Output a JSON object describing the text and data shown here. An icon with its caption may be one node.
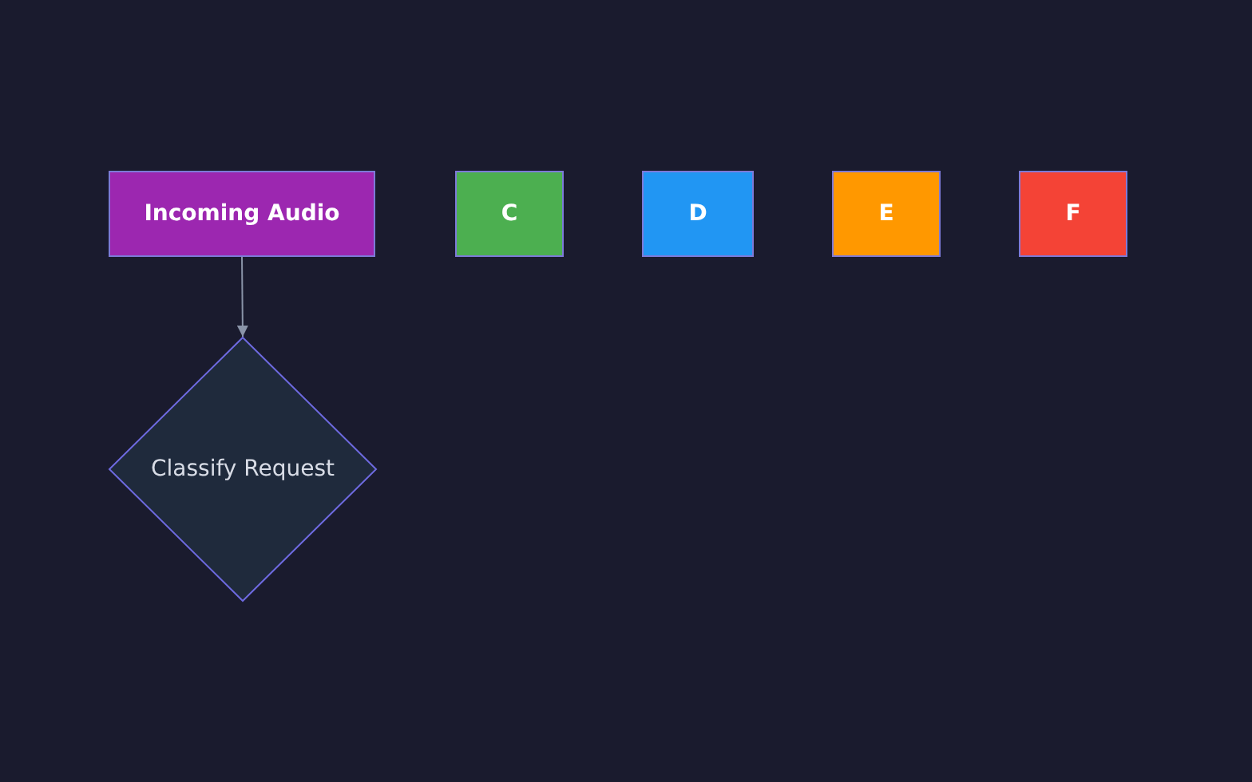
{
  "diagram": {
    "nodes": [
      {
        "text": [
          "Incoming Audio"
        ]
      },
      {
        "text": [
          "C"
        ]
      },
      {
        "text": [
          "D"
        ]
      },
      {
        "text": [
          "E"
        ]
      },
      {
        "text": [
          "F"
        ]
      },
      {
        "text": [
          "Classify Request"
        ]
      }
    ],
    "edges": [
      {
        "from": 0,
        "to": 5,
        "arrow": "to"
      }
    ]
  }
}
